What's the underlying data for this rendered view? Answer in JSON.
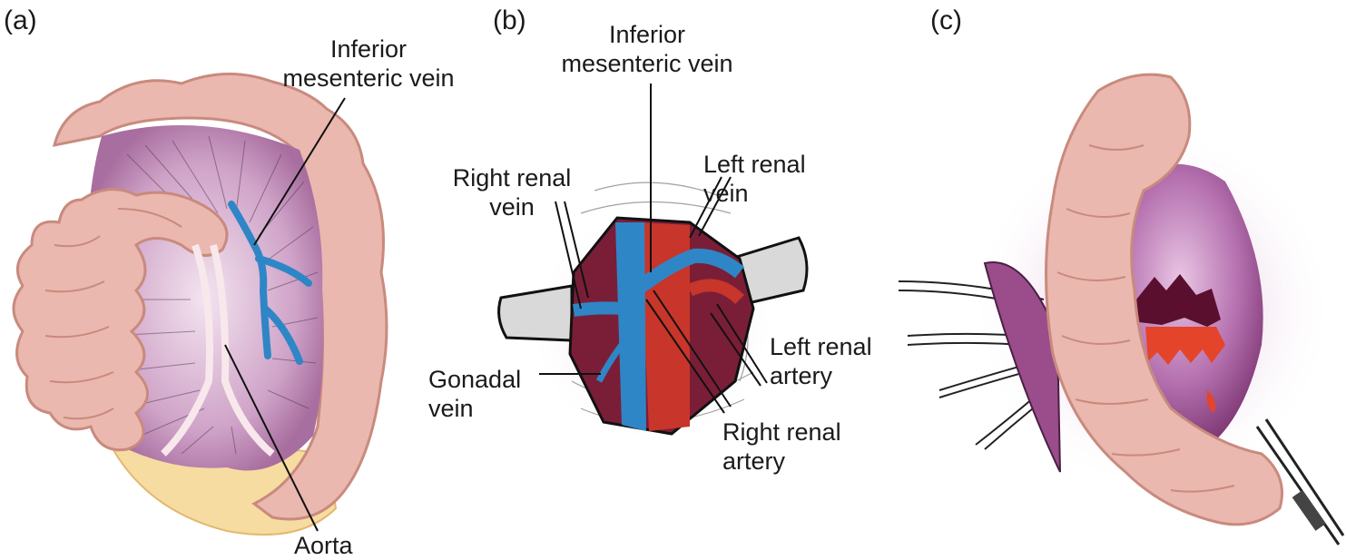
{
  "panels": {
    "a": {
      "letter": "(a)",
      "labels": {
        "inferior_mesenteric_vein": "Inferior\nmesenteric vein",
        "aorta": "Aorta"
      }
    },
    "b": {
      "letter": "(b)",
      "labels": {
        "inferior_mesenteric_vein": "Inferior\nmesenteric vein",
        "right_renal_vein": "Right renal\nvein",
        "left_renal_vein": "Left renal\nvein",
        "gonadal_vein": "Gonadal\nvein",
        "left_renal_artery": "Left renal\nartery",
        "right_renal_artery": "Right renal\nartery"
      }
    },
    "c": {
      "letter": "(c)"
    }
  },
  "colors": {
    "bowel": "#eab8ae",
    "bowel_outline": "#c98a7e",
    "mesentery": "#c79ac0",
    "vein": "#2f86c6",
    "artery": "#c8352a",
    "retroperitoneum": "#7a1e38",
    "fat": "#f6dca0",
    "retractor": "#d9d9d9",
    "bleeding": "#e4442a"
  }
}
